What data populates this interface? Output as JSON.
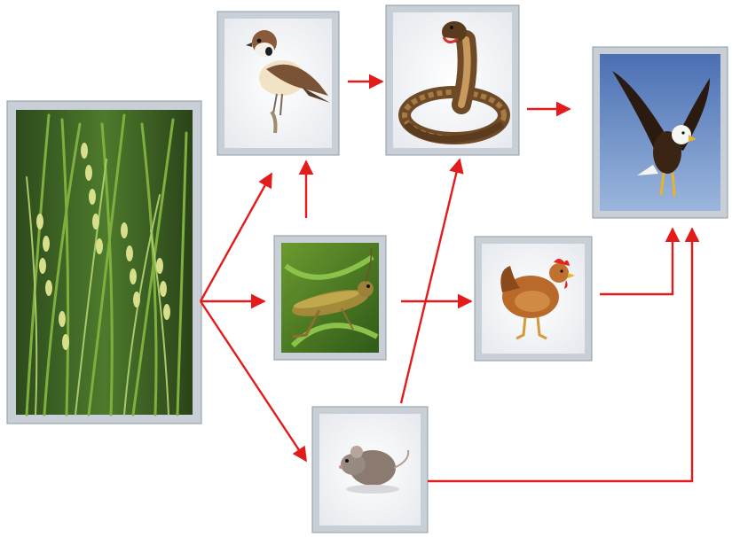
{
  "diagram": {
    "type": "food-web",
    "organisms": [
      {
        "id": "rice",
        "icon": "rice-plant-photo"
      },
      {
        "id": "sparrow",
        "icon": "sparrow-photo"
      },
      {
        "id": "grasshopper",
        "icon": "grasshopper-photo"
      },
      {
        "id": "mouse",
        "icon": "mouse-photo"
      },
      {
        "id": "snake",
        "icon": "cobra-photo"
      },
      {
        "id": "chicken",
        "icon": "chicken-photo"
      },
      {
        "id": "eagle",
        "icon": "eagle-photo"
      }
    ],
    "relations": [
      {
        "from": "rice",
        "to": "sparrow"
      },
      {
        "from": "rice",
        "to": "grasshopper"
      },
      {
        "from": "rice",
        "to": "mouse"
      },
      {
        "from": "grasshopper",
        "to": "sparrow"
      },
      {
        "from": "grasshopper",
        "to": "chicken"
      },
      {
        "from": "sparrow",
        "to": "snake"
      },
      {
        "from": "mouse",
        "to": "snake"
      },
      {
        "from": "snake",
        "to": "eagle"
      },
      {
        "from": "chicken",
        "to": "eagle"
      },
      {
        "from": "mouse",
        "to": "eagle"
      }
    ],
    "arrow_color": "#e31b1b",
    "frame_color": "#c9cfd6"
  }
}
